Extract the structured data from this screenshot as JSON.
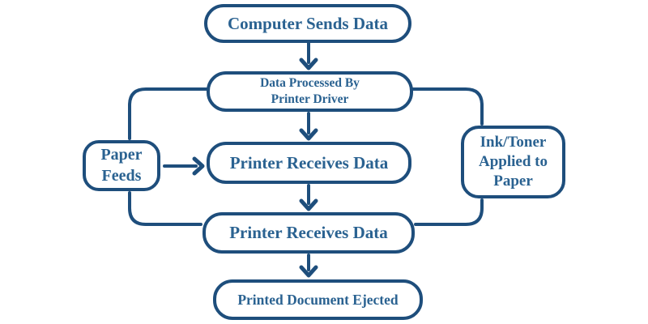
{
  "diagram_type": "flowchart",
  "colors": {
    "outline": "#1e4e7c",
    "text": "#2a6291",
    "bg": "#ffffff"
  },
  "nodes": {
    "computer_sends_data": {
      "label": "Computer Sends Data"
    },
    "data_processed": {
      "lines": [
        "Data Processed By",
        "Printer Driver"
      ]
    },
    "printer_receives_data_1": {
      "label": "Printer Receives Data"
    },
    "printer_receives_data_2": {
      "label": "Printer Receives Data"
    },
    "printed_document_ejected": {
      "label": "Printed Document Ejected"
    },
    "paper_feeds": {
      "lines": [
        "Paper",
        "Feeds"
      ]
    },
    "ink_toner": {
      "lines": [
        "Ink/Toner",
        "Applied to",
        "Paper"
      ]
    }
  },
  "edges": [
    {
      "from": "computer_sends_data",
      "to": "data_processed",
      "style": "arrow-down"
    },
    {
      "from": "data_processed",
      "to": "printer_receives_data_1",
      "style": "arrow-down"
    },
    {
      "from": "printer_receives_data_1",
      "to": "printer_receives_data_2",
      "style": "arrow-down"
    },
    {
      "from": "printer_receives_data_2",
      "to": "printed_document_ejected",
      "style": "arrow-down"
    },
    {
      "from": "data_processed",
      "to": "paper_feeds",
      "style": "elbow-line"
    },
    {
      "from": "paper_feeds",
      "to": "printer_receives_data_1",
      "style": "arrow-right"
    },
    {
      "from": "paper_feeds",
      "to": "printer_receives_data_2",
      "style": "elbow-line"
    },
    {
      "from": "data_processed",
      "to": "ink_toner",
      "style": "elbow-line"
    },
    {
      "from": "ink_toner",
      "to": "printer_receives_data_2",
      "style": "elbow-line"
    }
  ]
}
